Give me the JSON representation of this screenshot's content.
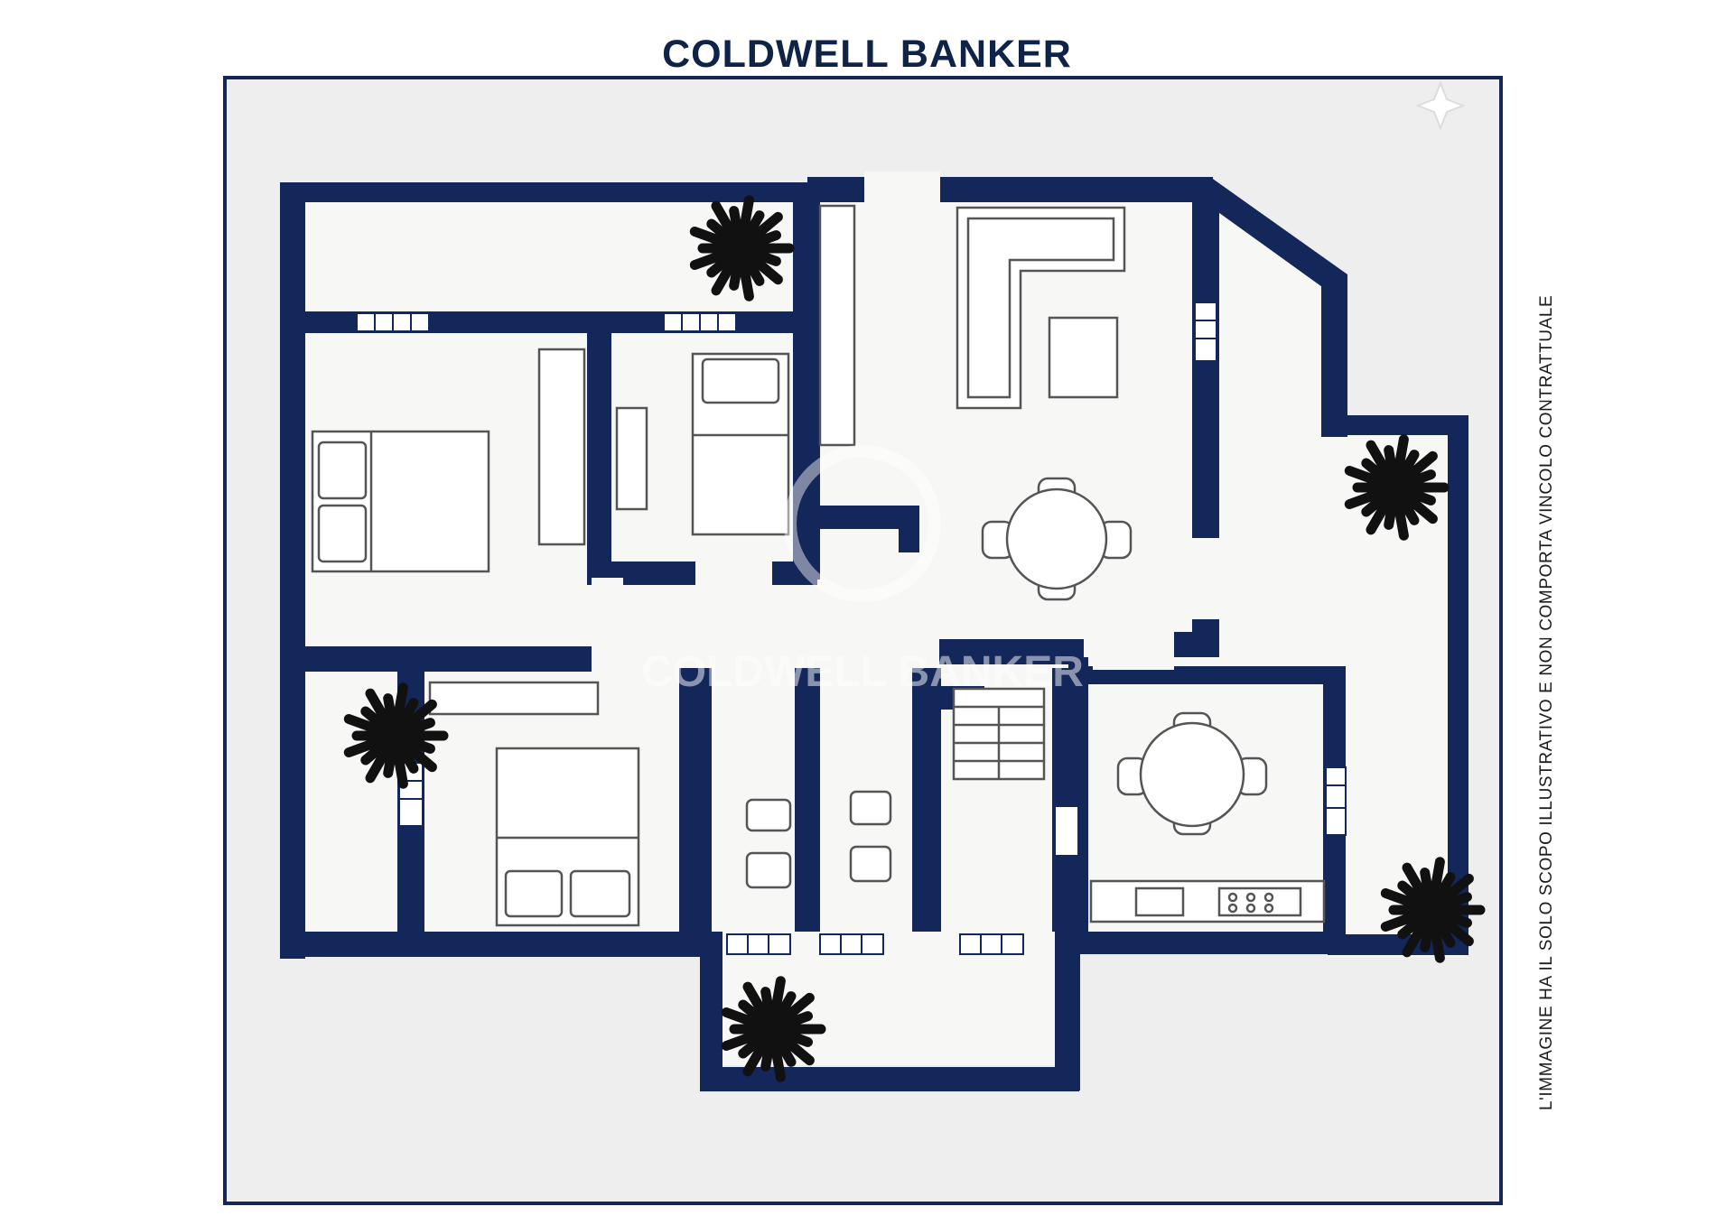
{
  "header": {
    "brand": "COLDWELL BANKER"
  },
  "disclaimer": "L'IMMAGINE HA IL SOLO SCOPO ILLUSTRATIVO E NON COMPORTA VINCOLO CONTRATTUALE",
  "watermark": {
    "text": "COLDWELL BANKER"
  },
  "colors": {
    "wall": "#14275a",
    "floor": "#f7f7f6",
    "background": "#eeeeee",
    "text": "#0f2247",
    "furniture": "#555555",
    "plant": "#111111"
  },
  "icons": [
    "sparkle-icon",
    "plant-icon",
    "bed-icon",
    "sofa-icon",
    "dining-table-icon",
    "toilet-icon",
    "bidet-icon",
    "stair-icon",
    "kitchen-counter-icon",
    "window-icon"
  ]
}
